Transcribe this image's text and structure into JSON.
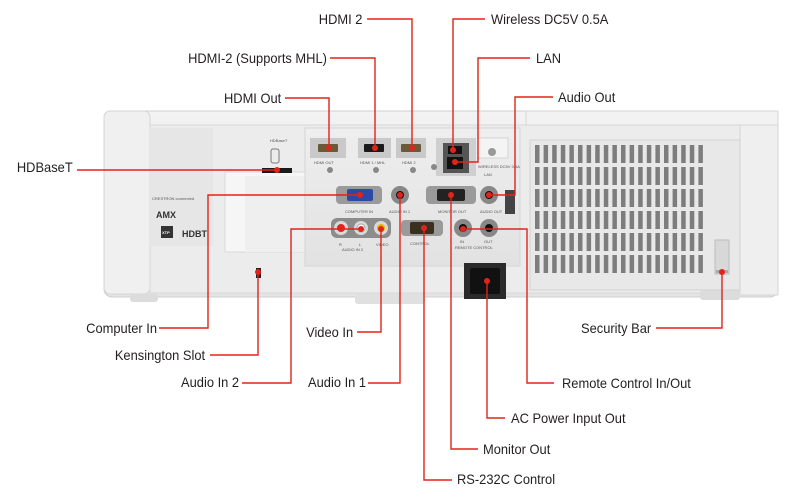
{
  "diagram": {
    "subject": "Projector rear panel connectors",
    "leader_color": "#e2231a",
    "callouts_top": [
      {
        "id": "hdmi2",
        "label": "HDMI 2"
      },
      {
        "id": "hdmi2-mhl",
        "label": "HDMI-2 (Supports MHL)"
      },
      {
        "id": "hdmi-out",
        "label": "HDMI Out"
      },
      {
        "id": "wireless",
        "label": "Wireless DC5V 0.5A"
      },
      {
        "id": "lan",
        "label": "LAN"
      },
      {
        "id": "audio-out",
        "label": "Audio Out"
      }
    ],
    "callouts_left": [
      {
        "id": "hdbaset",
        "label": "HDBaseT"
      },
      {
        "id": "computer-in",
        "label": "Computer In"
      },
      {
        "id": "kensington",
        "label": "Kensington Slot"
      },
      {
        "id": "audio-in-2",
        "label": "Audio In 2"
      },
      {
        "id": "video-in",
        "label": "Video In"
      },
      {
        "id": "audio-in-1",
        "label": "Audio In 1"
      }
    ],
    "callouts_bottom": [
      {
        "id": "security-bar",
        "label": "Security Bar"
      },
      {
        "id": "remote-control",
        "label": "Remote Control In/Out"
      },
      {
        "id": "ac-power",
        "label": "AC Power Input Out"
      },
      {
        "id": "monitor-out",
        "label": "Monitor Out"
      },
      {
        "id": "rs232c",
        "label": "RS-232C Control"
      }
    ],
    "panel_markings": {
      "hdbaset": "HDBaseT",
      "hdmi_out": "HDMI OUT",
      "hdmi1_mhl": "HDMI 1 / MHL",
      "hdmi2": "HDMI 2",
      "wireless": "WIRELESS DC5V 0.5A",
      "lan": "LAN",
      "computer_in": "COMPUTER IN",
      "audio_in_1": "AUDIO IN 1",
      "monitor_out": "MONITOR OUT",
      "audio_out": "AUDIO OUT",
      "audio_in_2_r": "R",
      "audio_in_2_l": "L",
      "audio_in_2": "AUDIO IN 2",
      "video": "VIDEO",
      "control": "CONTROL",
      "remote_in": "IN",
      "remote_out": "OUT",
      "remote_control": "REMOTE CONTROL",
      "logo_crestron": "CRESTRON connected",
      "logo_amx": "AMX",
      "logo_xtp": "XTP",
      "logo_hdbt": "HDBT"
    }
  }
}
